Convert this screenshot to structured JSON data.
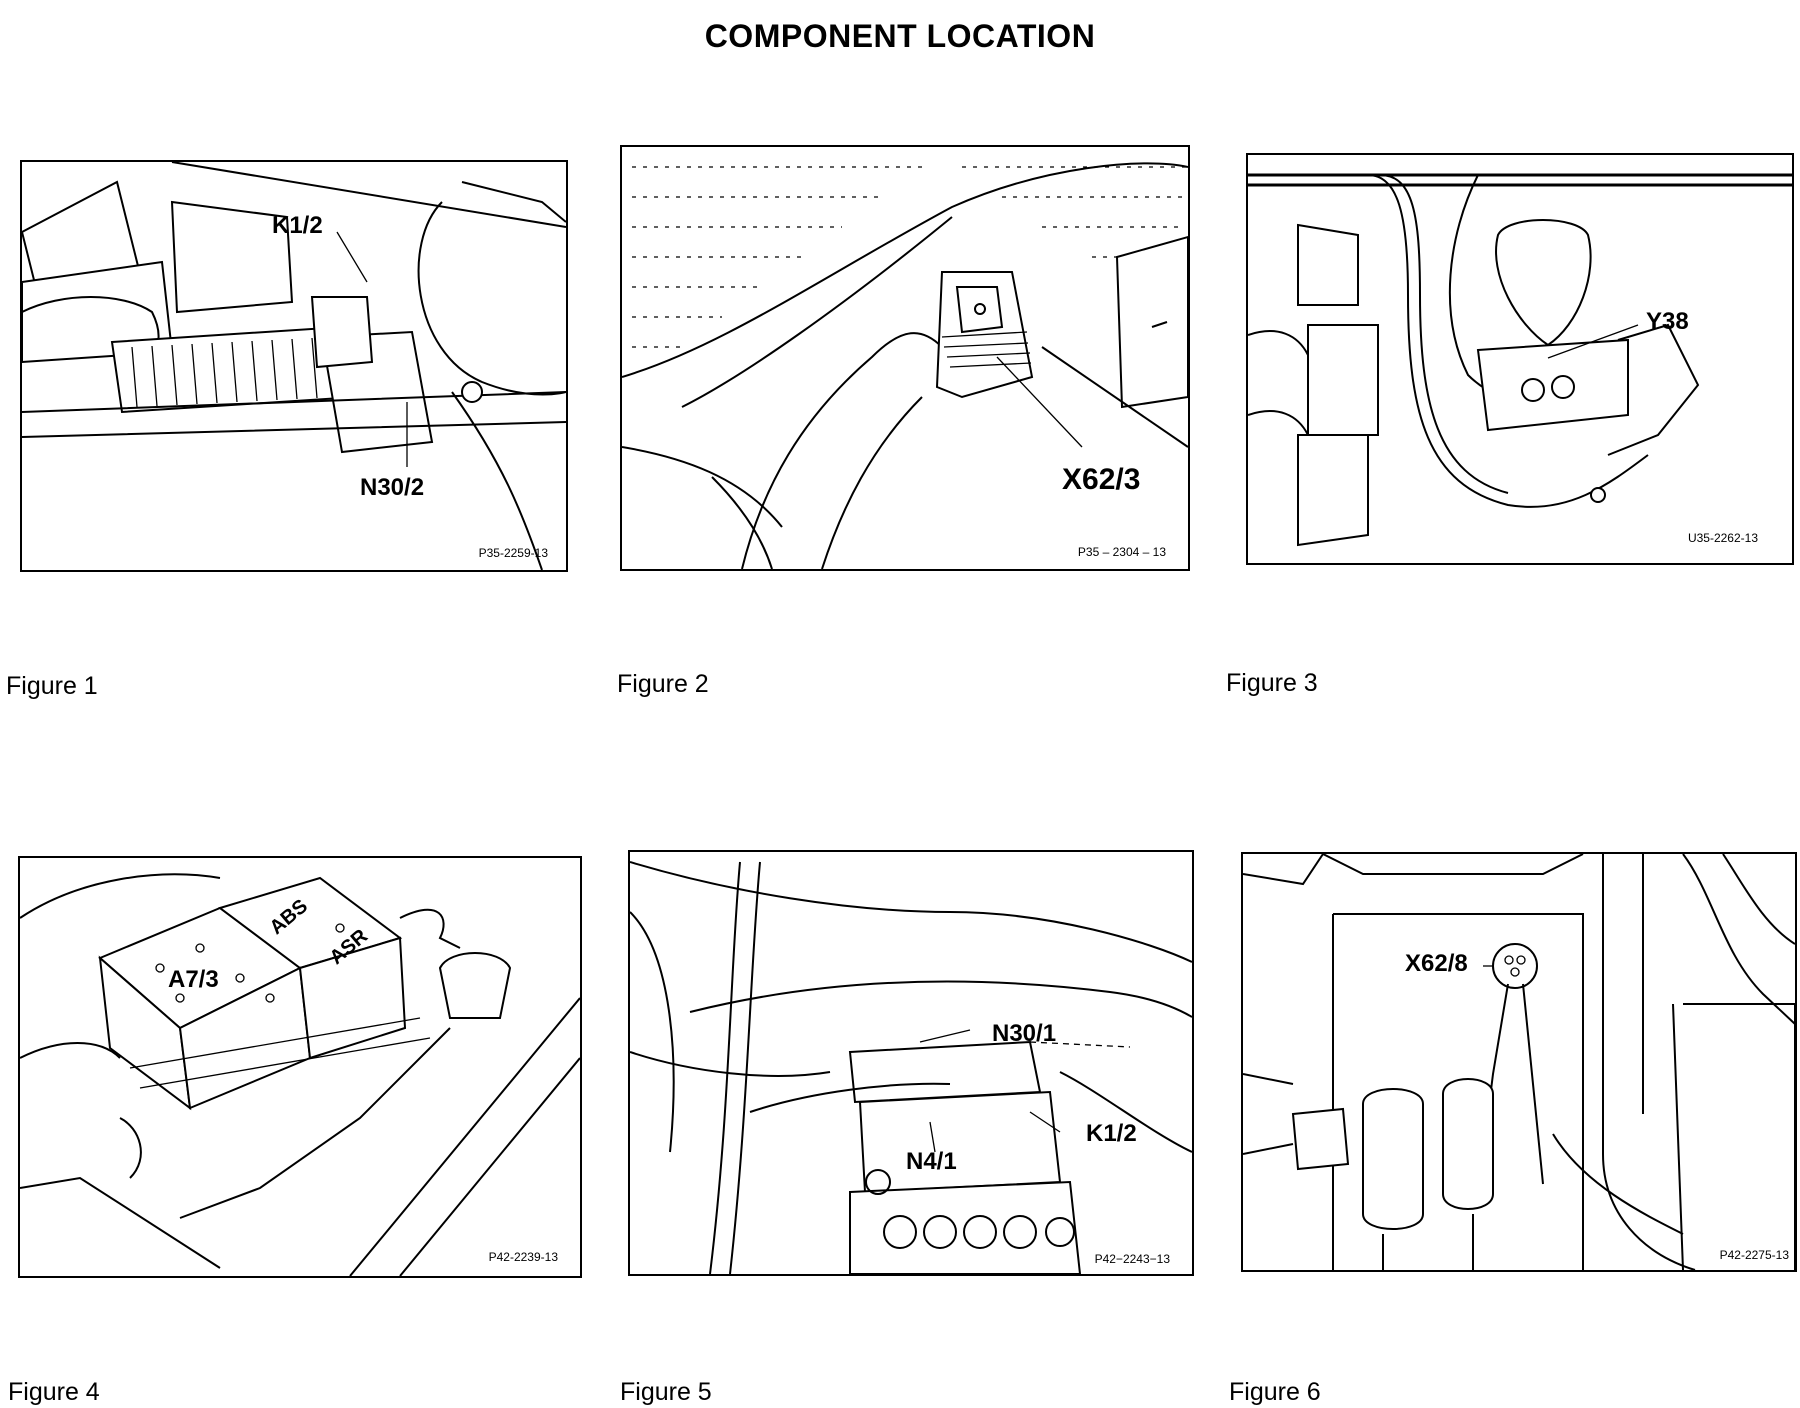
{
  "title": "COMPONENT LOCATION",
  "figures": [
    {
      "caption": "Figure 1",
      "code": "P35-2259-13",
      "labels": [
        "K1/2",
        "N30/2"
      ]
    },
    {
      "caption": "Figure 2",
      "code": "P35 – 2304 – 13",
      "labels": [
        "X62/3"
      ]
    },
    {
      "caption": "Figure 3",
      "code": "U35-2262-13",
      "labels": [
        "Y38"
      ]
    },
    {
      "caption": "Figure 4",
      "code": "P42-2239-13",
      "labels": [
        "A7/3",
        "ABS",
        "ASR"
      ]
    },
    {
      "caption": "Figure 5",
      "code": "P42−2243−13",
      "labels": [
        "N30/1",
        "K1/2",
        "N4/1"
      ]
    },
    {
      "caption": "Figure 6",
      "code": "P42-2275-13",
      "labels": [
        "X62/8"
      ]
    }
  ]
}
